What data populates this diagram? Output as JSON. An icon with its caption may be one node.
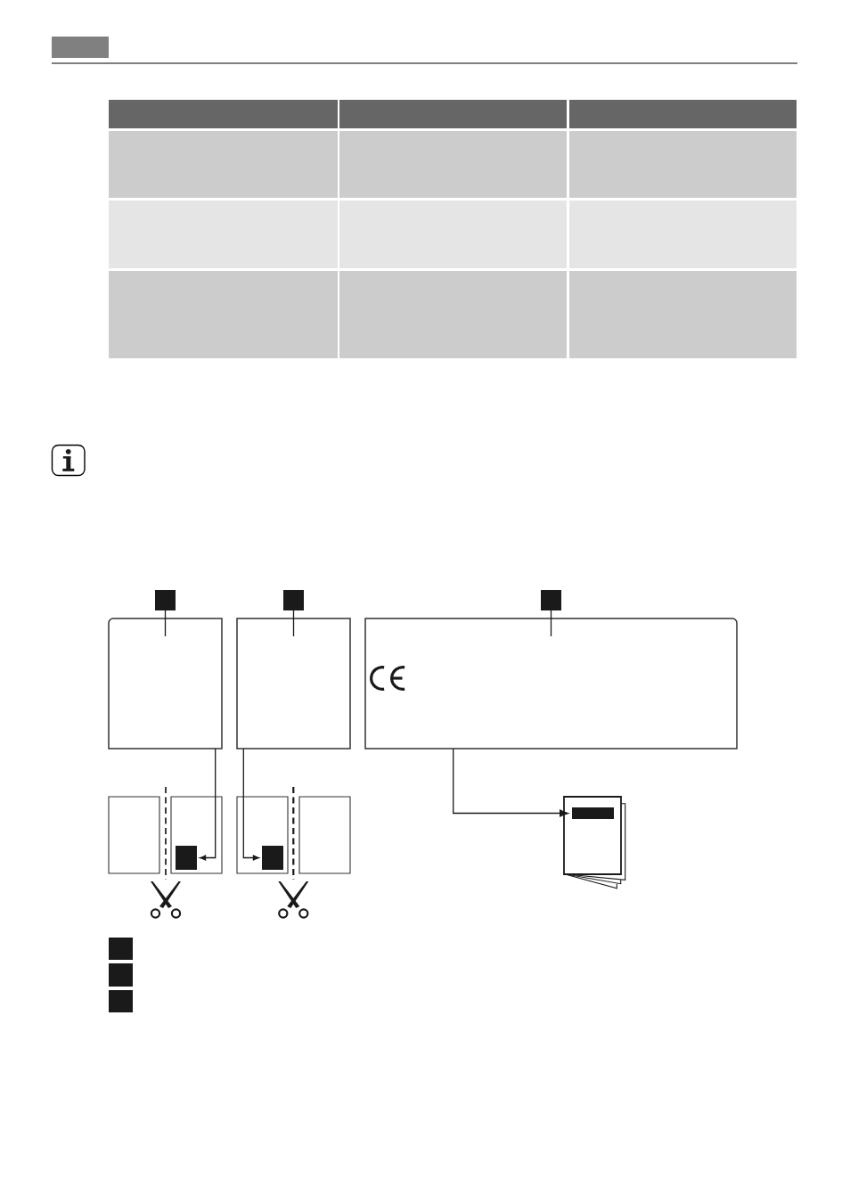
{
  "diagram": {
    "nodes": [
      {
        "text": [],
        "shape": "box"
      },
      {
        "text": [],
        "shape": "box"
      },
      {
        "text": [],
        "shape": "box"
      },
      {
        "text": [],
        "shape": "box"
      },
      {
        "text": [],
        "shape": "box"
      },
      {
        "text": [],
        "shape": "box"
      },
      {
        "text": [],
        "shape": "box"
      },
      {
        "text": [],
        "shape": "box"
      },
      {
        "text": [],
        "shape": "box",
        "in": 7
      },
      {
        "text": [],
        "shape": "box"
      },
      {
        "text": [],
        "shape": "box",
        "in": 9
      },
      {
        "text": [],
        "shape": "box"
      },
      {
        "text": [],
        "shape": "book"
      },
      {
        "text": [],
        "shape": "bar",
        "in": 12
      },
      {
        "text": [],
        "shape": "box"
      },
      {
        "text": [],
        "shape": "box"
      },
      {
        "text": [],
        "shape": "box"
      }
    ],
    "edges": [
      {
        "from": 0,
        "to": 3,
        "arrow": "none"
      },
      {
        "from": 1,
        "to": 4,
        "arrow": "none"
      },
      {
        "from": 2,
        "to": 5,
        "arrow": "none"
      },
      {
        "from": 3,
        "to": 8,
        "arrow": "to"
      },
      {
        "from": 4,
        "to": 10,
        "arrow": "to"
      },
      {
        "from": 5,
        "to": 13,
        "arrow": "to"
      }
    ]
  }
}
